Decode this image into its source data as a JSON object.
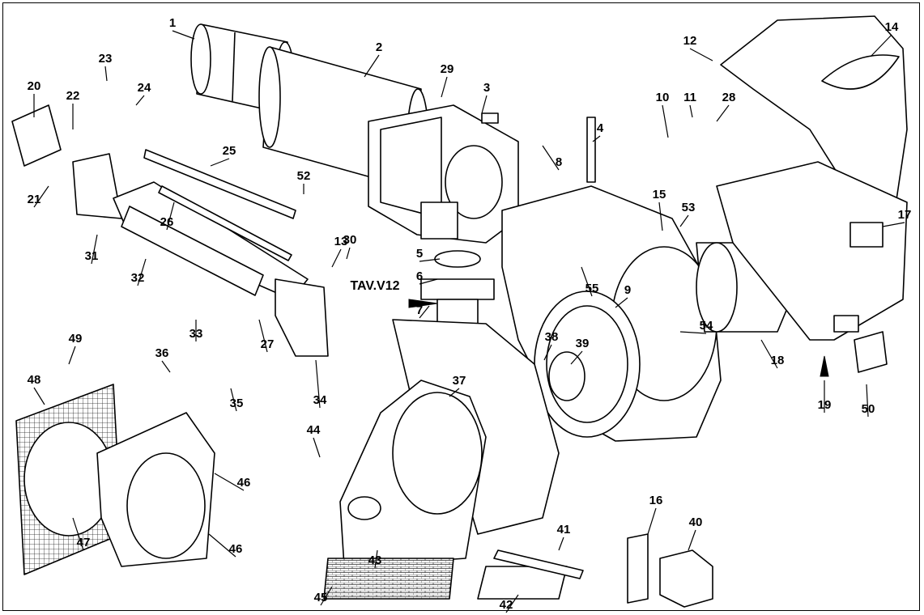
{
  "diagram": {
    "table_label": "TAV.V12",
    "callouts": [
      {
        "label": "1"
      },
      {
        "label": "2"
      },
      {
        "label": "3"
      },
      {
        "label": "4"
      },
      {
        "label": "5"
      },
      {
        "label": "6"
      },
      {
        "label": "7"
      },
      {
        "label": "8"
      },
      {
        "label": "9"
      },
      {
        "label": "10"
      },
      {
        "label": "11"
      },
      {
        "label": "12"
      },
      {
        "label": "13"
      },
      {
        "label": "14"
      },
      {
        "label": "15"
      },
      {
        "label": "16"
      },
      {
        "label": "17"
      },
      {
        "label": "18"
      },
      {
        "label": "19"
      },
      {
        "label": "20"
      },
      {
        "label": "21"
      },
      {
        "label": "22"
      },
      {
        "label": "23"
      },
      {
        "label": "24"
      },
      {
        "label": "25"
      },
      {
        "label": "26"
      },
      {
        "label": "27"
      },
      {
        "label": "28"
      },
      {
        "label": "29"
      },
      {
        "label": "30"
      },
      {
        "label": "31"
      },
      {
        "label": "32"
      },
      {
        "label": "33"
      },
      {
        "label": "34"
      },
      {
        "label": "35"
      },
      {
        "label": "36"
      },
      {
        "label": "37"
      },
      {
        "label": "38"
      },
      {
        "label": "39"
      },
      {
        "label": "40"
      },
      {
        "label": "41"
      },
      {
        "label": "42"
      },
      {
        "label": "43"
      },
      {
        "label": "44"
      },
      {
        "label": "45"
      },
      {
        "label": "46"
      },
      {
        "label": "46"
      },
      {
        "label": "47"
      },
      {
        "label": "48"
      },
      {
        "label": "49"
      },
      {
        "label": "50"
      },
      {
        "label": "52"
      },
      {
        "label": "53"
      },
      {
        "label": "54"
      },
      {
        "label": "55"
      }
    ]
  }
}
